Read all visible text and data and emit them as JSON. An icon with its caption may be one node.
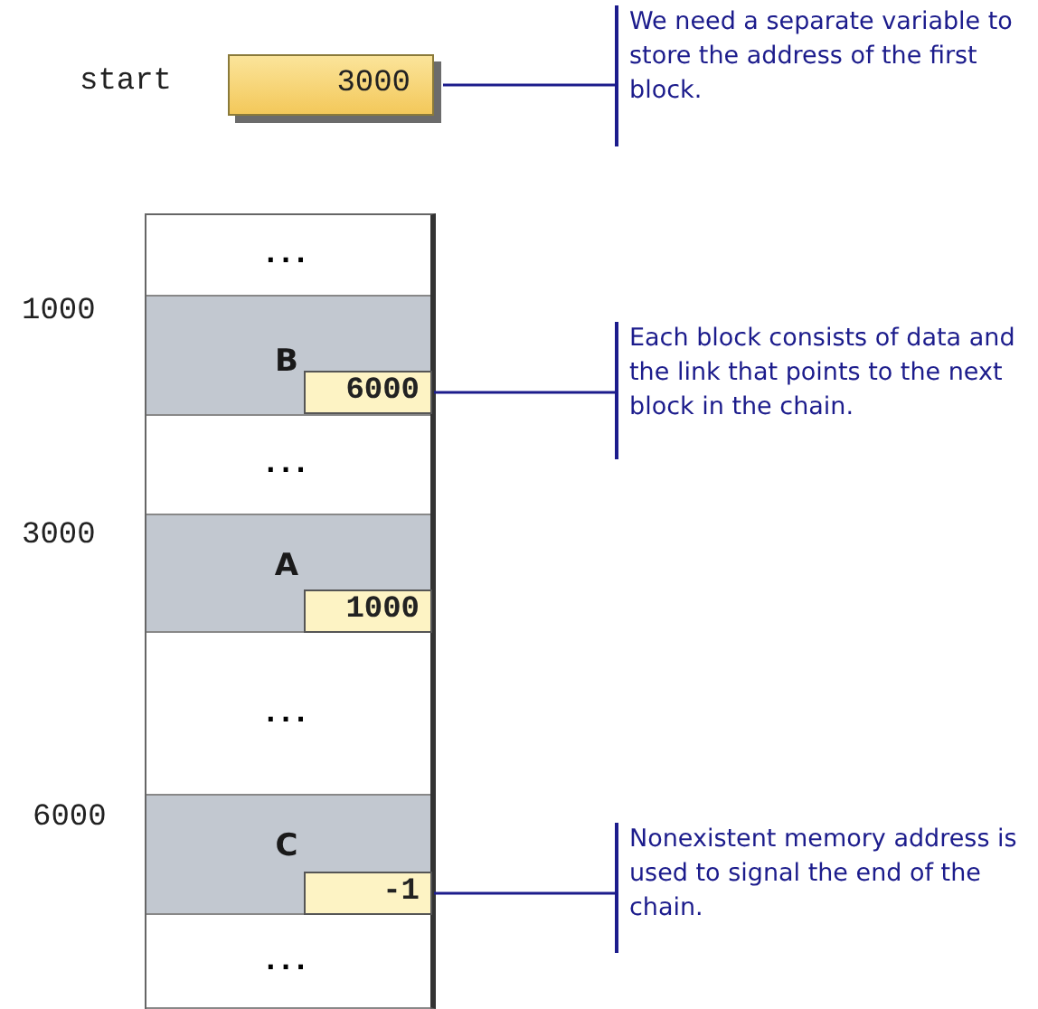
{
  "diagram": {
    "nodes": [
      {
        "text": [
          "3000"
        ],
        "beside": [
          "start"
        ]
      },
      {
        "text": [
          "We need a separate variable to store the address of the first block."
        ]
      },
      {
        "text": [
          "..."
        ]
      },
      {
        "text": [
          "B"
        ],
        "beside": [
          "1000"
        ]
      },
      {
        "text": [
          "6000"
        ],
        "in": 3
      },
      {
        "text": [
          "..."
        ]
      },
      {
        "text": [
          "A"
        ],
        "beside": [
          "3000"
        ]
      },
      {
        "text": [
          "1000"
        ],
        "in": 6
      },
      {
        "text": [
          "..."
        ]
      },
      {
        "text": [
          "C"
        ],
        "beside": [
          "6000"
        ]
      },
      {
        "text": [
          "-1"
        ],
        "in": 9
      },
      {
        "text": [
          "..."
        ]
      },
      {
        "text": [
          "Each block consists of data and the link that points to the next block in the chain."
        ]
      },
      {
        "text": [
          "Nonexistent memory address is used to signal the end of the chain."
        ]
      }
    ],
    "edges": [
      {
        "from": 0,
        "to": 1,
        "arrow": "none"
      },
      {
        "from": 4,
        "to": 12,
        "arrow": "none"
      },
      {
        "from": 10,
        "to": 13,
        "arrow": "none"
      }
    ]
  }
}
